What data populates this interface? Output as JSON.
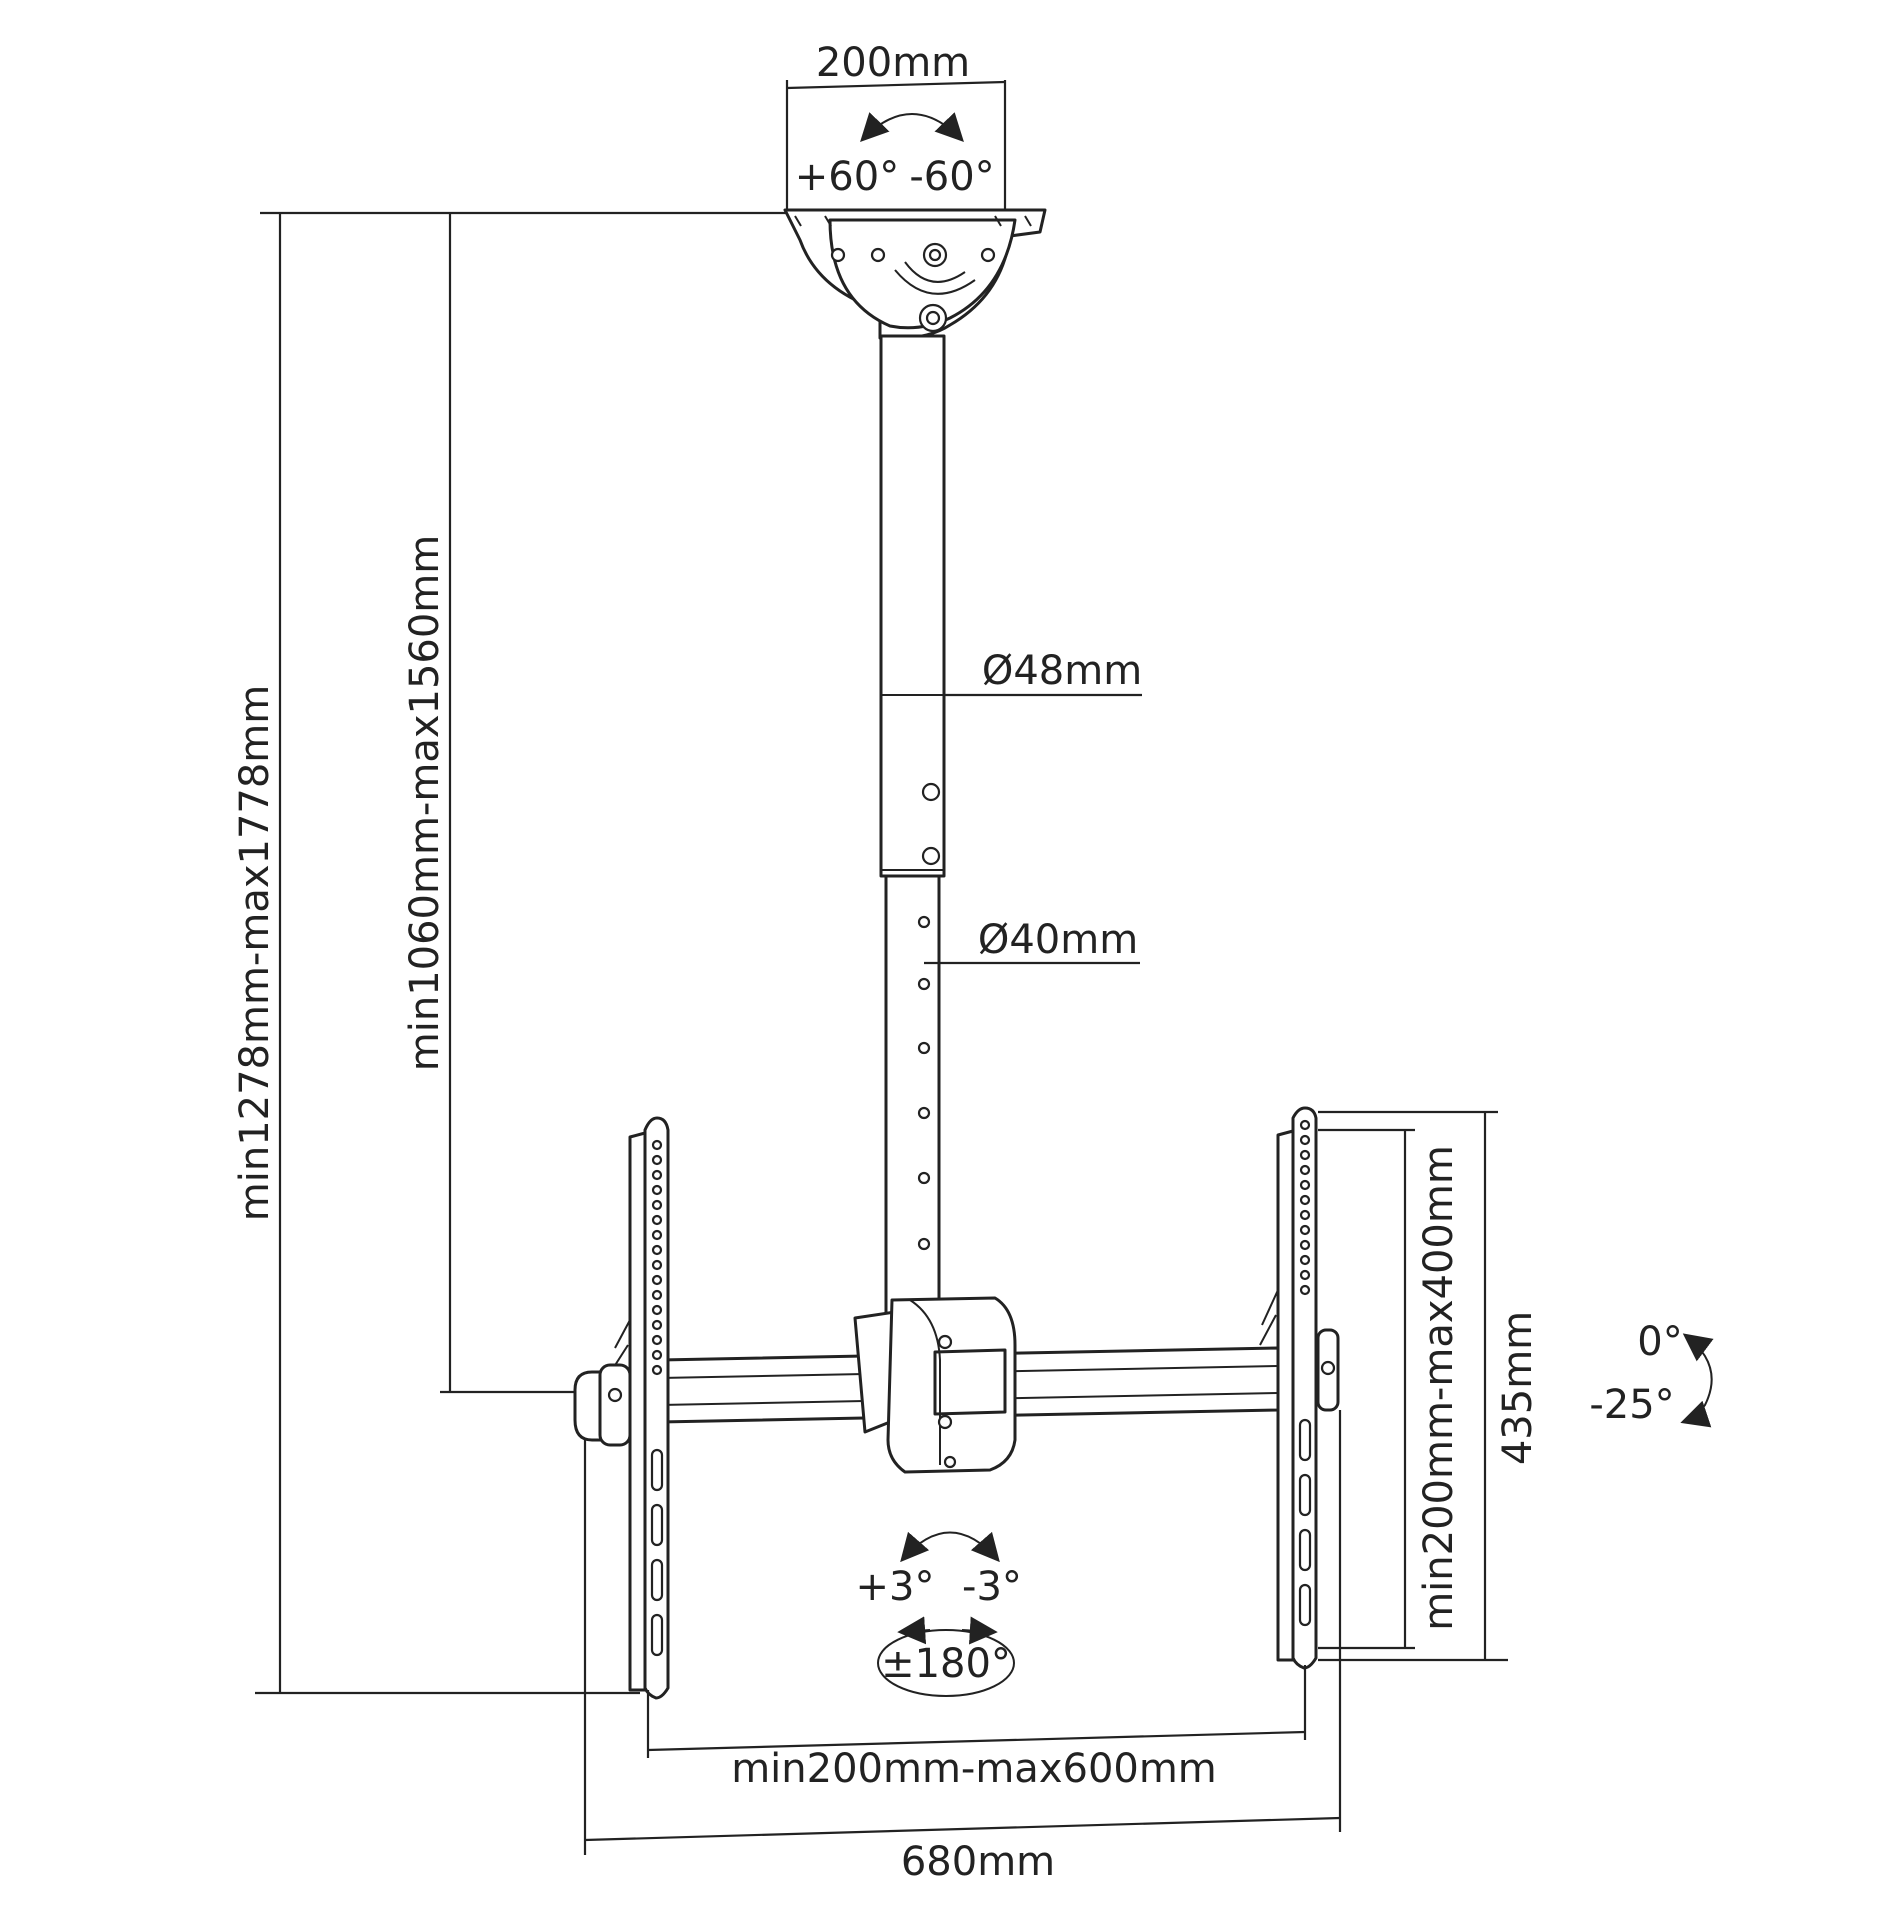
{
  "labels": {
    "top_width": "200mm",
    "swivel_plus": "+60°",
    "swivel_minus": "-60°",
    "outer_tube": "Ø48mm",
    "inner_tube": "Ø40mm",
    "total_height": "min1278mm-max1778mm",
    "pole_height": "min1060mm-max1560mm",
    "vesa_vertical": "min200mm-max400mm",
    "plate_height": "435mm",
    "tilt_top": "0°",
    "tilt_bottom": "-25°",
    "level_plus": "+3°",
    "level_minus": "-3°",
    "rotation": "±180°",
    "vesa_horizontal": "min200mm-max600mm",
    "total_width": "680mm"
  }
}
